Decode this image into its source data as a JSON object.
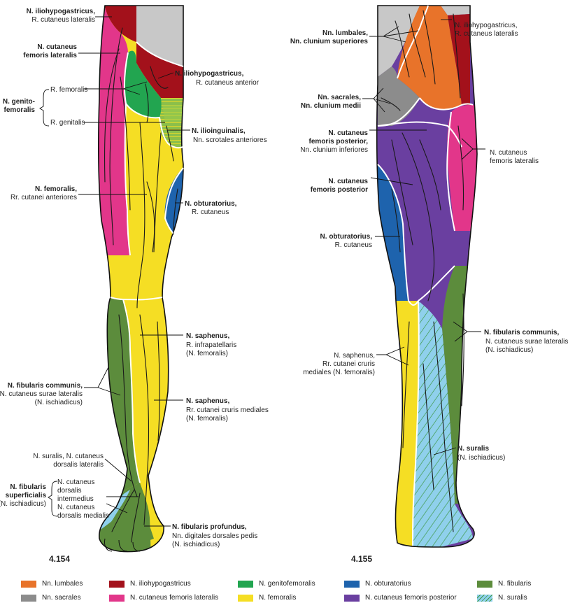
{
  "colors": {
    "lumbales": "#e8732a",
    "sacrales": "#8c8c8c",
    "iliohypogastricus": "#a3111b",
    "cut_fem_lat": "#e2368a",
    "genitofemoralis": "#22a550",
    "femoralis": "#f5de24",
    "obturatorius": "#1e63ad",
    "cut_fem_post": "#6a3fa0",
    "fibularis": "#5c8c3c",
    "suralis": "#8fd0ec",
    "grey_cut": "#c8c8c8"
  },
  "figures": {
    "left": "4.154",
    "right": "4.155"
  },
  "labels_left": {
    "iliohypo_b": "N. iliohypogastricus,",
    "iliohypo_n": "R. cutaneus lateralis",
    "cfl_1": "N. cutaneus",
    "cfl_2": "femoris lateralis",
    "gf_1": "N. genito-",
    "gf_2": "femoralis",
    "r_femoralis": "R. femoralis",
    "r_genitalis": "R. genitalis",
    "femoralis_b": "N. femoralis,",
    "femoralis_n": "Rr. cutanei anteriores",
    "fib_b": "N. fibularis communis,",
    "fib_n1": "N. cutaneus surae lateralis",
    "fib_n2": "(N. ischiadicus)",
    "sural_1": "N. suralis, N. cutaneus",
    "sural_2": "dorsalis lateralis",
    "sup_1": "N. fibularis",
    "sup_2": "superficialis",
    "sup_3": "(N. ischiadicus)",
    "cut_dors_1": "N. cutaneus",
    "cut_dors_2": "dorsalis",
    "cut_dors_3": "intermedius",
    "cut_dors_4": "N. cutaneus",
    "cut_dors_5": "dorsalis medialis",
    "ilioh_ant_b": "N. iliohypogastricus,",
    "ilioh_ant_n": "R. cutaneus anterior",
    "ilioing_b": "N. ilioinguinalis,",
    "ilioing_n": "Nn. scrotales anteriores",
    "obt_b": "N. obturatorius,",
    "obt_n": "R. cutaneus",
    "saph1_b": "N. saphenus,",
    "saph1_n1": "R. infrapatellaris",
    "saph1_n2": "(N. femoralis)",
    "saph2_b": "N. saphenus,",
    "saph2_n1": "Rr. cutanei cruris mediales",
    "saph2_n2": "(N. femoralis)",
    "prof_b": "N. fibularis profundus,",
    "prof_n1": "Nn. digitales dorsales pedis",
    "prof_n2": "(N. ischiadicus)"
  },
  "labels_right": {
    "lumb_1": "Nn. lumbales,",
    "lumb_2": "Nn. clunium superiores",
    "sacr_1": "Nn. sacrales,",
    "sacr_2": "Nn. clunium medii",
    "cfp_1": "N. cutaneus",
    "cfp_2": "femoris posterior,",
    "cfp_3": "Nn. clunium inferiores",
    "cfp2_1": "N. cutaneus",
    "cfp2_2": "femoris posterior",
    "obt_b": "N. obturatorius,",
    "obt_n": "R. cutaneus",
    "saph_1": "N. saphenus,",
    "saph_2": "Rr. cutanei cruris",
    "saph_3": "mediales (N. femoralis)",
    "ilioh_1": "N. iliohypogastricus,",
    "ilioh_2": "R. cutaneus lateralis",
    "cfl_1": "N. cutaneus",
    "cfl_2": "femoris lateralis",
    "fib_b": "N. fibularis communis,",
    "fib_n1": "N. cutaneus surae lateralis",
    "fib_n2": "(N. ischiadicus)",
    "sur_b": "N. suralis",
    "sur_n": "(N. ischiadicus)"
  },
  "legend": [
    {
      "label": "Nn. lumbales",
      "color": "#e8732a",
      "pattern": "solid"
    },
    {
      "label": "Nn. sacrales",
      "color": "#8c8c8c",
      "pattern": "solid"
    },
    {
      "label": "N. iliohypogastricus",
      "color": "#a3111b",
      "pattern": "solid"
    },
    {
      "label": "N. cutaneus femoris lateralis",
      "color": "#e2368a",
      "pattern": "solid"
    },
    {
      "label": "N. genitofemoralis",
      "color": "#22a550",
      "pattern": "solid"
    },
    {
      "label": "N. femoralis",
      "color": "#f5de24",
      "pattern": "solid"
    },
    {
      "label": "N. obturatorius",
      "color": "#1e63ad",
      "pattern": "solid"
    },
    {
      "label": "N. cutaneus femoris posterior",
      "color": "#6a3fa0",
      "pattern": "solid"
    },
    {
      "label": "N. fibularis",
      "color": "#5c8c3c",
      "pattern": "solid"
    },
    {
      "label": "N. suralis",
      "color": "#8fd0ec",
      "pattern": "hatched"
    }
  ]
}
